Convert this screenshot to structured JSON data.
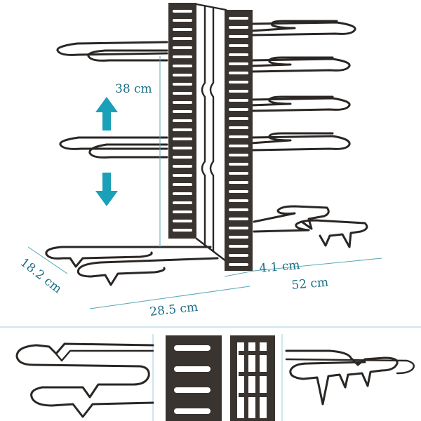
{
  "dimensions": {
    "height": "38 cm",
    "depth": "18.2 cm",
    "base_width": "28.5 cm",
    "slot_width": "4.1 cm",
    "total_width": "52 cm"
  },
  "colors": {
    "accent": "#1aa0b8",
    "dimension_text": "#1b6f86",
    "wire": "#2a2624",
    "panel": "#3a3431",
    "background": "#ffffff",
    "separator": "#bfe0e8"
  },
  "icons": {
    "up": "arrow-up-icon",
    "down": "arrow-down-icon"
  }
}
